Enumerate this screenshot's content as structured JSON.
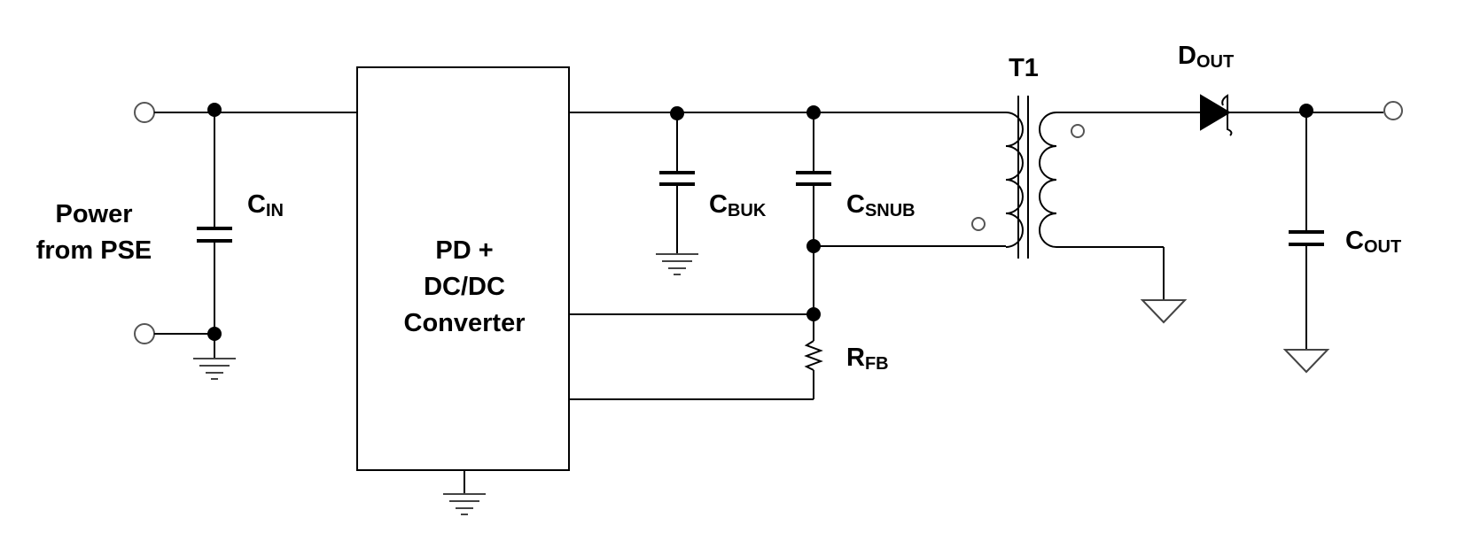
{
  "labels": {
    "power_line1": "Power",
    "power_line2": "from PSE",
    "cin_main": "C",
    "cin_sub": "IN",
    "block_line1": "PD +",
    "block_line2": "DC/DC",
    "block_line3": "Converter",
    "cbuk_main": "C",
    "cbuk_sub": "BUK",
    "csnub_main": "C",
    "csnub_sub": "SNUB",
    "t1": "T1",
    "dout_main": "D",
    "dout_sub": "OUT",
    "cout_main": "C",
    "cout_sub": "OUT",
    "rfb_main": "R",
    "rfb_sub": "FB"
  }
}
